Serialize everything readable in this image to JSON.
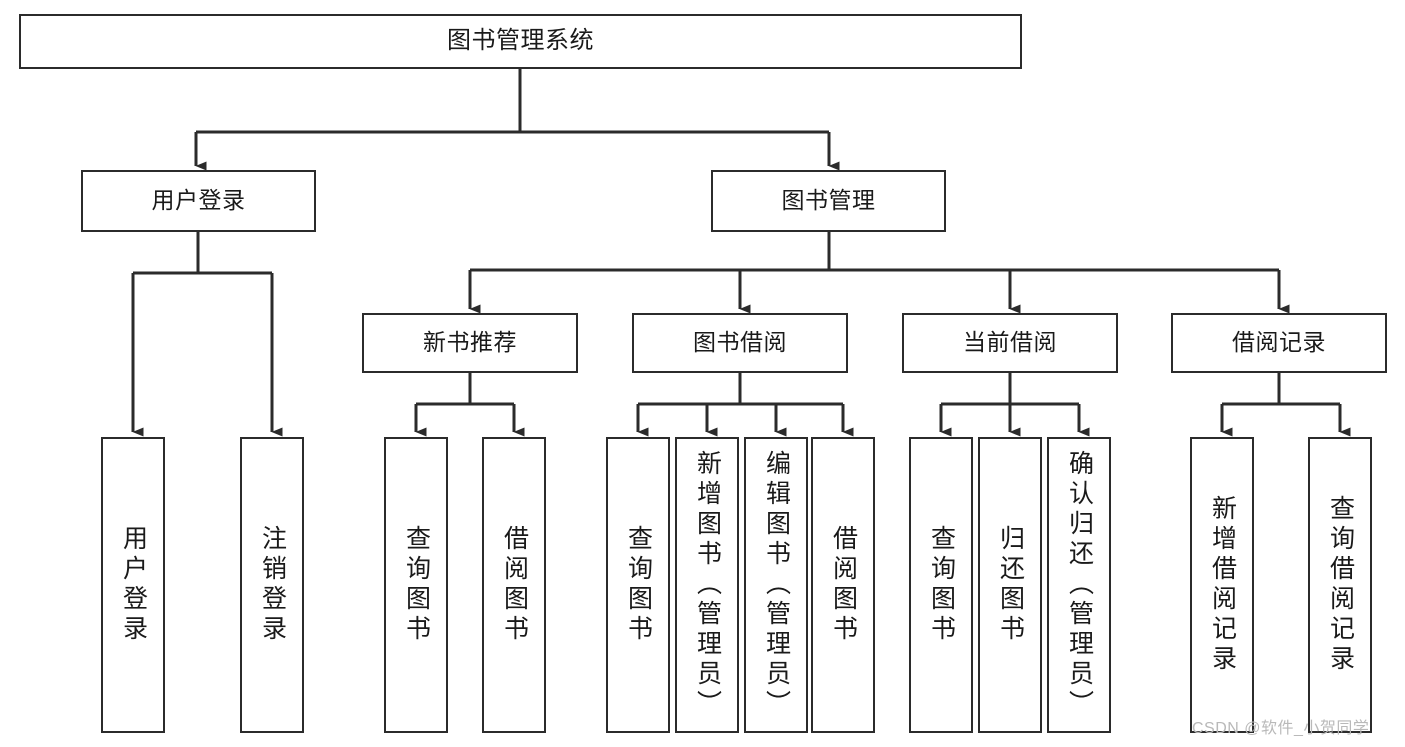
{
  "diagram": {
    "type": "tree-hierarchy-chart",
    "title": "图书管理系统",
    "colors": {
      "background": "#ffffff",
      "box_border": "#2b2b2b",
      "connector": "#2b2b2b",
      "text": "#1a1a1a",
      "watermark": "#b9b9b9"
    },
    "nodes": {
      "root": {
        "label": "图书管理系统",
        "orientation": "horizontal",
        "level": 1
      },
      "level2": [
        {
          "id": "user-login",
          "label": "用户登录",
          "orientation": "horizontal",
          "level": 2
        },
        {
          "id": "book-management",
          "label": "图书管理",
          "orientation": "horizontal",
          "level": 2
        }
      ],
      "level3": [
        {
          "id": "new-book-recommend",
          "label": "新书推荐",
          "orientation": "horizontal",
          "level": 3
        },
        {
          "id": "book-borrow",
          "label": "图书借阅",
          "orientation": "horizontal",
          "level": 3
        },
        {
          "id": "current-borrow",
          "label": "当前借阅",
          "orientation": "horizontal",
          "level": 3
        },
        {
          "id": "borrow-record",
          "label": "借阅记录",
          "orientation": "horizontal",
          "level": 3
        }
      ],
      "leaves": [
        {
          "id": "leaf-user-login",
          "label": "用户登录",
          "parent": "user-login",
          "orientation": "vertical"
        },
        {
          "id": "leaf-user-logout",
          "label": "注销登录",
          "parent": "user-login",
          "orientation": "vertical"
        },
        {
          "id": "leaf-query-book-1",
          "label": "查询图书",
          "parent": "new-book-recommend",
          "orientation": "vertical"
        },
        {
          "id": "leaf-borrow-book-1",
          "label": "借阅图书",
          "parent": "new-book-recommend",
          "orientation": "vertical"
        },
        {
          "id": "leaf-query-book-2",
          "label": "查询图书",
          "parent": "book-borrow",
          "orientation": "vertical"
        },
        {
          "id": "leaf-add-book-admin",
          "label": "新增图书（管理员）",
          "parent": "book-borrow",
          "orientation": "vertical"
        },
        {
          "id": "leaf-edit-book-admin",
          "label": "编辑图书（管理员）",
          "parent": "book-borrow",
          "orientation": "vertical"
        },
        {
          "id": "leaf-borrow-book-2",
          "label": "借阅图书",
          "parent": "book-borrow",
          "orientation": "vertical"
        },
        {
          "id": "leaf-query-book-3",
          "label": "查询图书",
          "parent": "current-borrow",
          "orientation": "vertical"
        },
        {
          "id": "leaf-return-book",
          "label": "归还图书",
          "parent": "current-borrow",
          "orientation": "vertical"
        },
        {
          "id": "leaf-confirm-return-admin",
          "label": "确认归还（管理员）",
          "parent": "current-borrow",
          "orientation": "vertical"
        },
        {
          "id": "leaf-add-borrow-record",
          "label": "新增借阅记录",
          "parent": "borrow-record",
          "orientation": "vertical"
        },
        {
          "id": "leaf-query-borrow-record",
          "label": "查询借阅记录",
          "parent": "borrow-record",
          "orientation": "vertical"
        }
      ]
    },
    "watermark": "CSDN @软件_小贺同学"
  }
}
